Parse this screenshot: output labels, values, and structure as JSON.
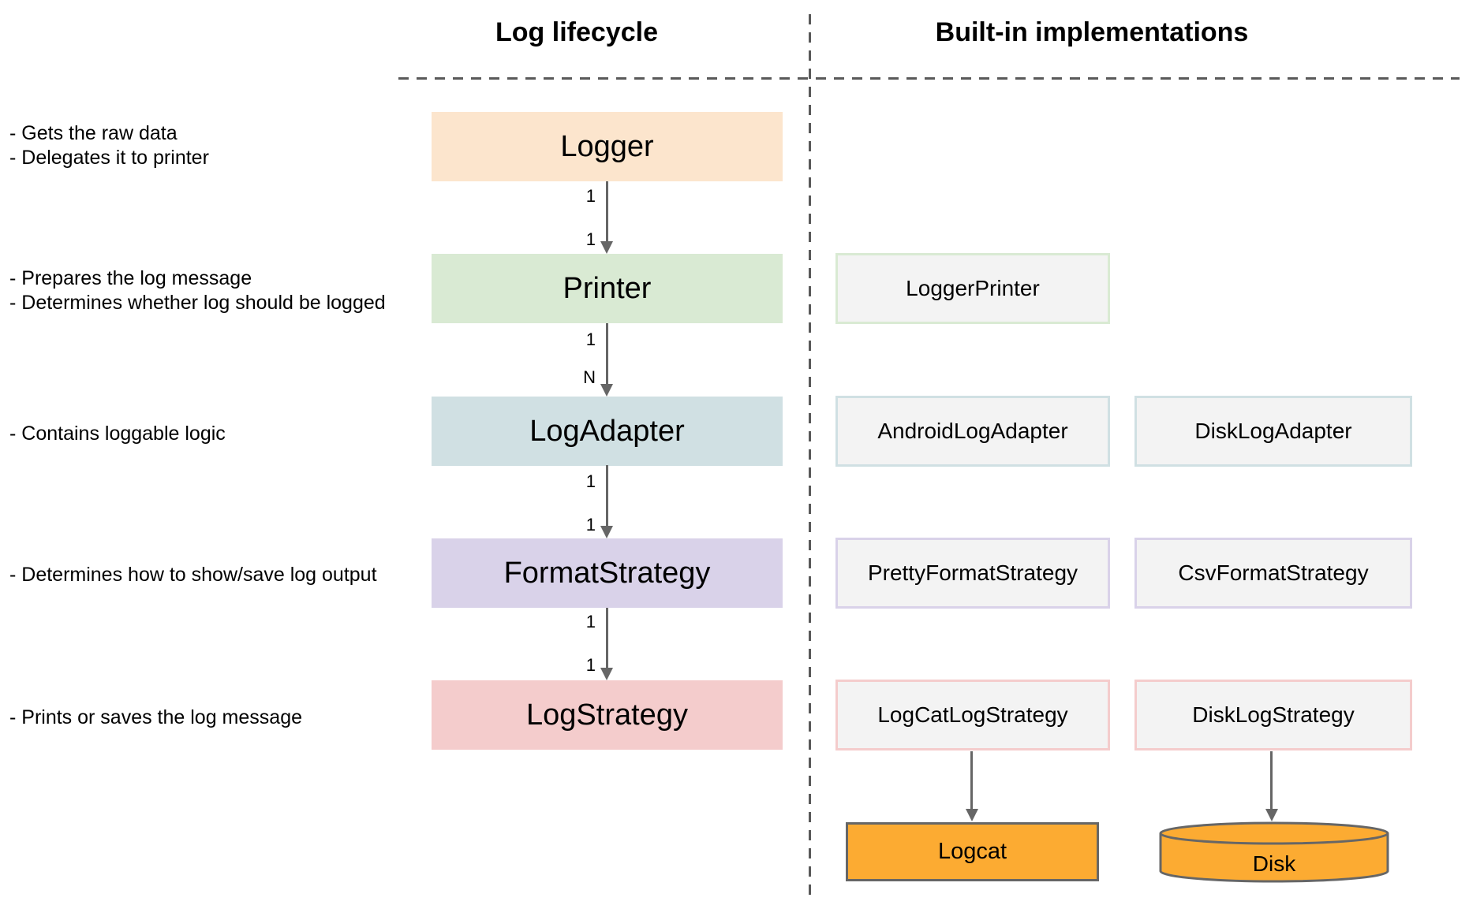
{
  "titles": {
    "left": "Log lifecycle",
    "right": "Built-in implementations"
  },
  "descriptions": {
    "logger": [
      "- Gets the raw data",
      "- Delegates it to printer"
    ],
    "printer": [
      "- Prepares the log message",
      "- Determines whether log should be logged"
    ],
    "log_adapter": [
      "- Contains loggable logic"
    ],
    "format_strategy": [
      "- Determines how to show/save log output"
    ],
    "log_strategy": [
      "- Prints or saves the log message"
    ]
  },
  "lifecycle_boxes": [
    {
      "label": "Logger",
      "fill": "#fce5cd"
    },
    {
      "label": "Printer",
      "fill": "#d9ead3"
    },
    {
      "label": "LogAdapter",
      "fill": "#d0e0e3"
    },
    {
      "label": "FormatStrategy",
      "fill": "#d9d2e9"
    },
    {
      "label": "LogStrategy",
      "fill": "#f4cccc"
    }
  ],
  "edges": [
    {
      "from": "Logger",
      "to": "Printer",
      "source_multiplicity": "1",
      "target_multiplicity": "1"
    },
    {
      "from": "Printer",
      "to": "LogAdapter",
      "source_multiplicity": "1",
      "target_multiplicity": "N"
    },
    {
      "from": "LogAdapter",
      "to": "FormatStrategy",
      "source_multiplicity": "1",
      "target_multiplicity": "1"
    },
    {
      "from": "FormatStrategy",
      "to": "LogStrategy",
      "source_multiplicity": "1",
      "target_multiplicity": "1"
    }
  ],
  "implementations": {
    "printer": [
      "LoggerPrinter"
    ],
    "log_adapter": [
      "AndroidLogAdapter",
      "DiskLogAdapter"
    ],
    "format_strategy": [
      "PrettyFormatStrategy",
      "CsvFormatStrategy"
    ],
    "log_strategy": [
      "LogCatLogStrategy",
      "DiskLogStrategy"
    ]
  },
  "outputs": [
    {
      "label": "Logcat",
      "shape": "rect",
      "fill": "#fcab32"
    },
    {
      "label": "Disk",
      "shape": "cylinder",
      "fill": "#fcab32"
    }
  ],
  "colors": {
    "logger_fill": "#fce5cd",
    "printer_fill": "#d9ead3",
    "log_adapter_fill": "#d0e0e3",
    "format_strategy_fill": "#d9d2e9",
    "log_strategy_fill": "#f4cccc",
    "implementation_fill": "#f3f3f3",
    "output_fill": "#fcab32",
    "arrow": "#666666",
    "dashed_line": "#595959"
  }
}
